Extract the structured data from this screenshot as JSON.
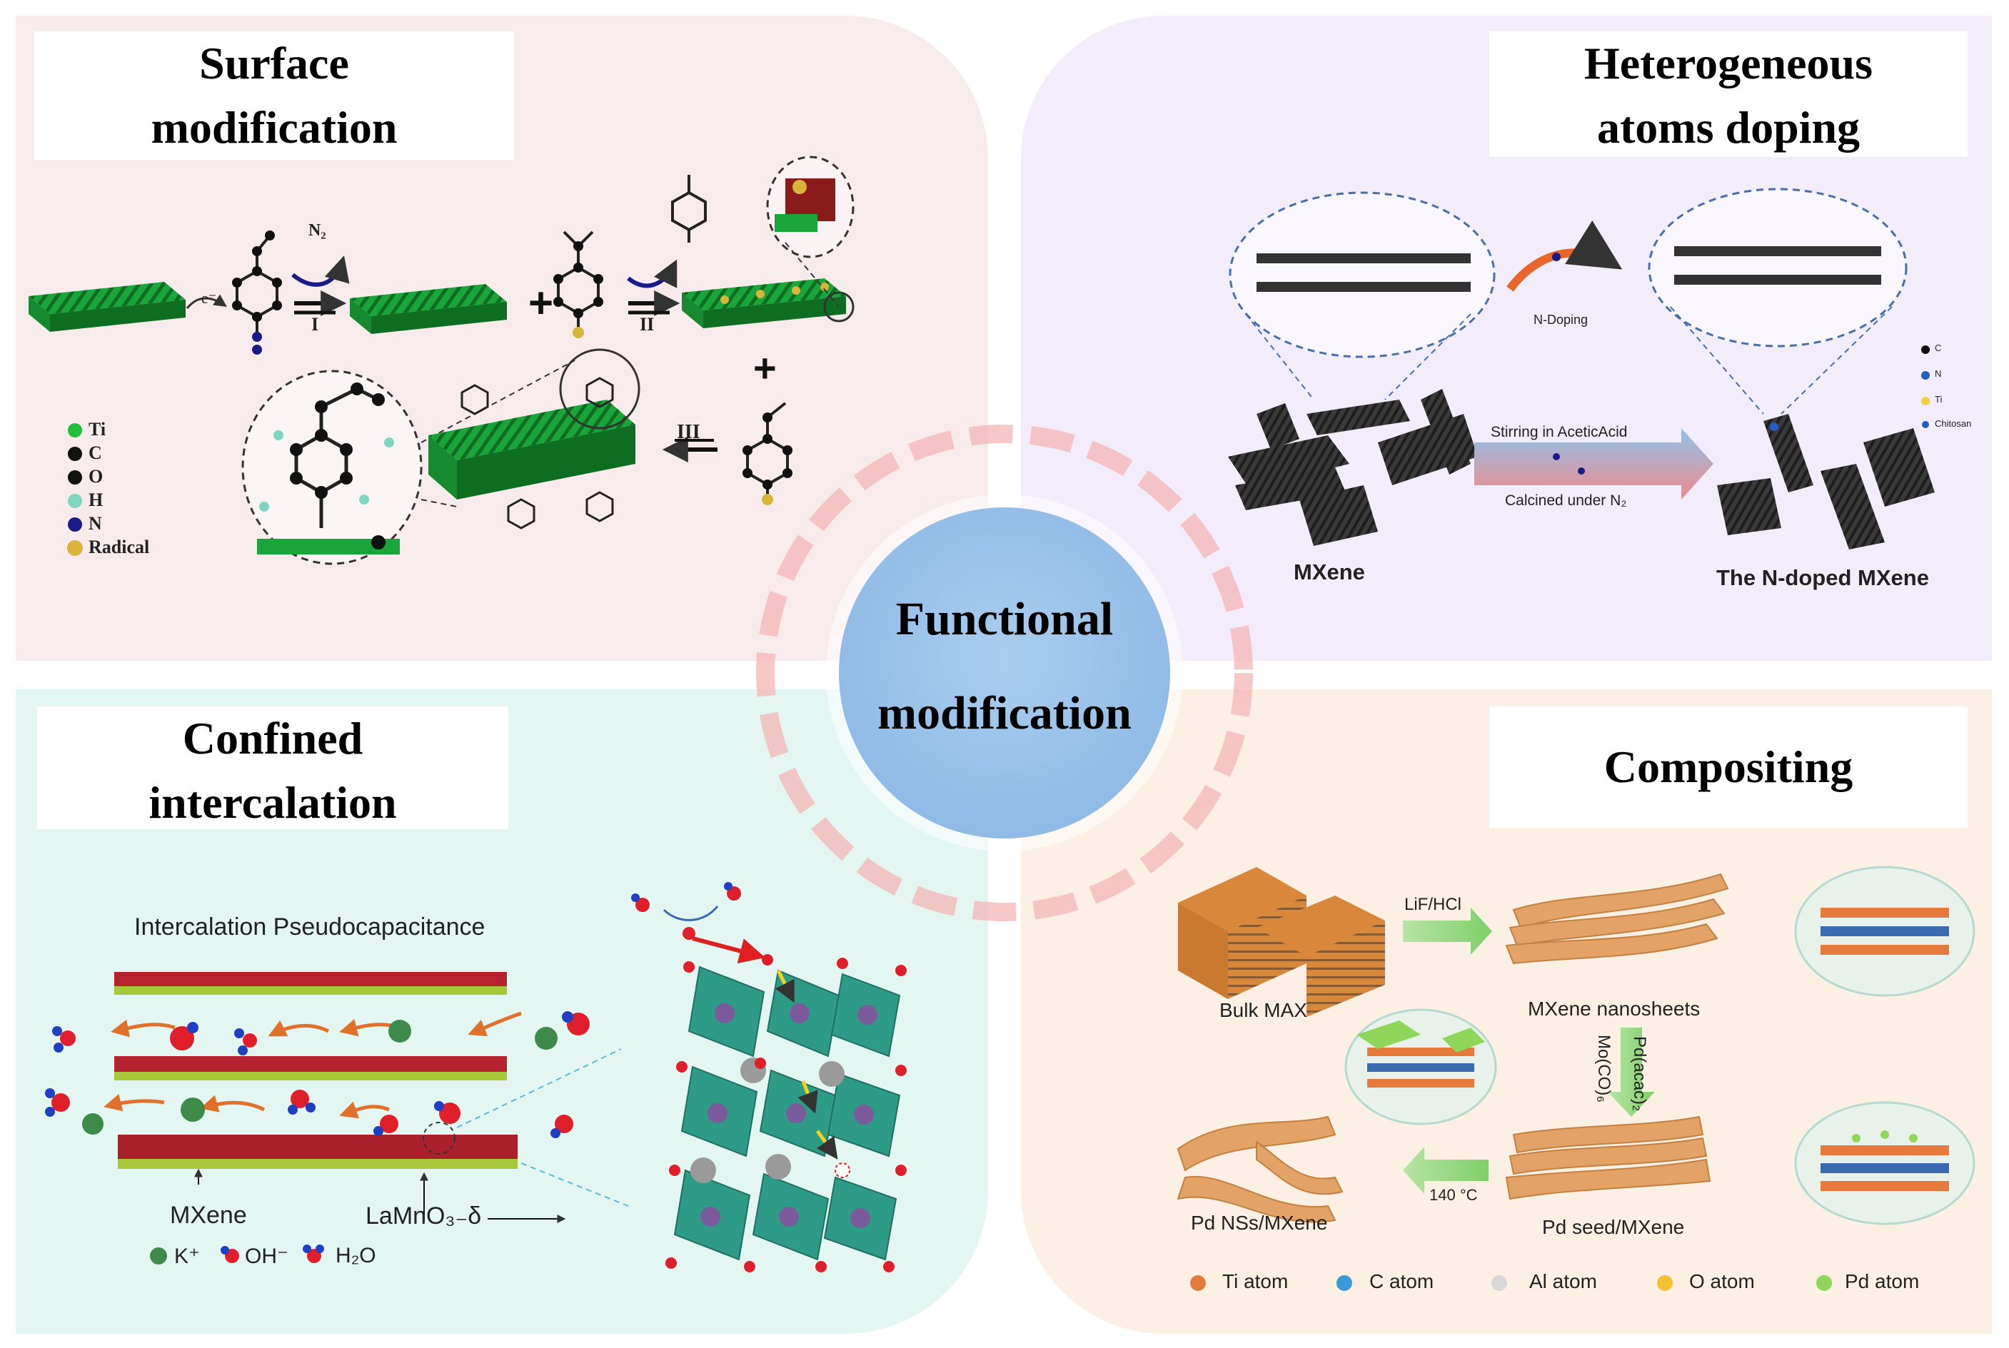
{
  "center": {
    "line1": "Functional",
    "line2": "modification"
  },
  "surface": {
    "title_line1": "Surface",
    "title_line2": "modification",
    "legend": [
      "Ti",
      "C",
      "O",
      "H",
      "N",
      "Radical"
    ],
    "legend_colors": [
      "#1fbf3a",
      "#111111",
      "#111111",
      "#7fd6c0",
      "#1a1a8a",
      "#d9b43a"
    ],
    "step1": "I",
    "step2": "II",
    "step3": "III",
    "electron": "e⁻",
    "gas": "N₂"
  },
  "doping": {
    "title_line1": "Heterogeneous",
    "title_line2": "atoms doping",
    "n_doping": "N-Doping",
    "legend": [
      "C",
      "N",
      "Ti",
      "Chitosan"
    ],
    "arrow_top": "Stirring in AceticAcid",
    "arrow_bottom": "Calcined under N₂",
    "left_label": "MXene",
    "right_label": "The N-doped MXene"
  },
  "intercalation": {
    "title_line1": "Confined",
    "title_line2": "intercalation",
    "subtitle": "Intercalation Pseudocapacitance",
    "mxene": "MXene",
    "lamno": "LaMnO₃₋δ",
    "legend": [
      "K⁺",
      "OH⁻",
      "H₂O"
    ]
  },
  "compositing": {
    "title": "Compositing",
    "step_lif": "LiF/HCl",
    "bulk_max": "Bulk MAX",
    "nanosheets": "MXene nanosheets",
    "reagent1": "Pd(acac)₂",
    "reagent2": "Mo(CO)₆",
    "temp": "140 °C",
    "pd_seed": "Pd seed/MXene",
    "pd_nss": "Pd NSs/MXene",
    "legend": [
      "Ti atom",
      "C atom",
      "Al atom",
      "O atom",
      "Pd atom"
    ],
    "legend_colors": [
      "#e57a3c",
      "#3a9ad9",
      "#d7d7d7",
      "#f2c232",
      "#8fd65a"
    ]
  }
}
